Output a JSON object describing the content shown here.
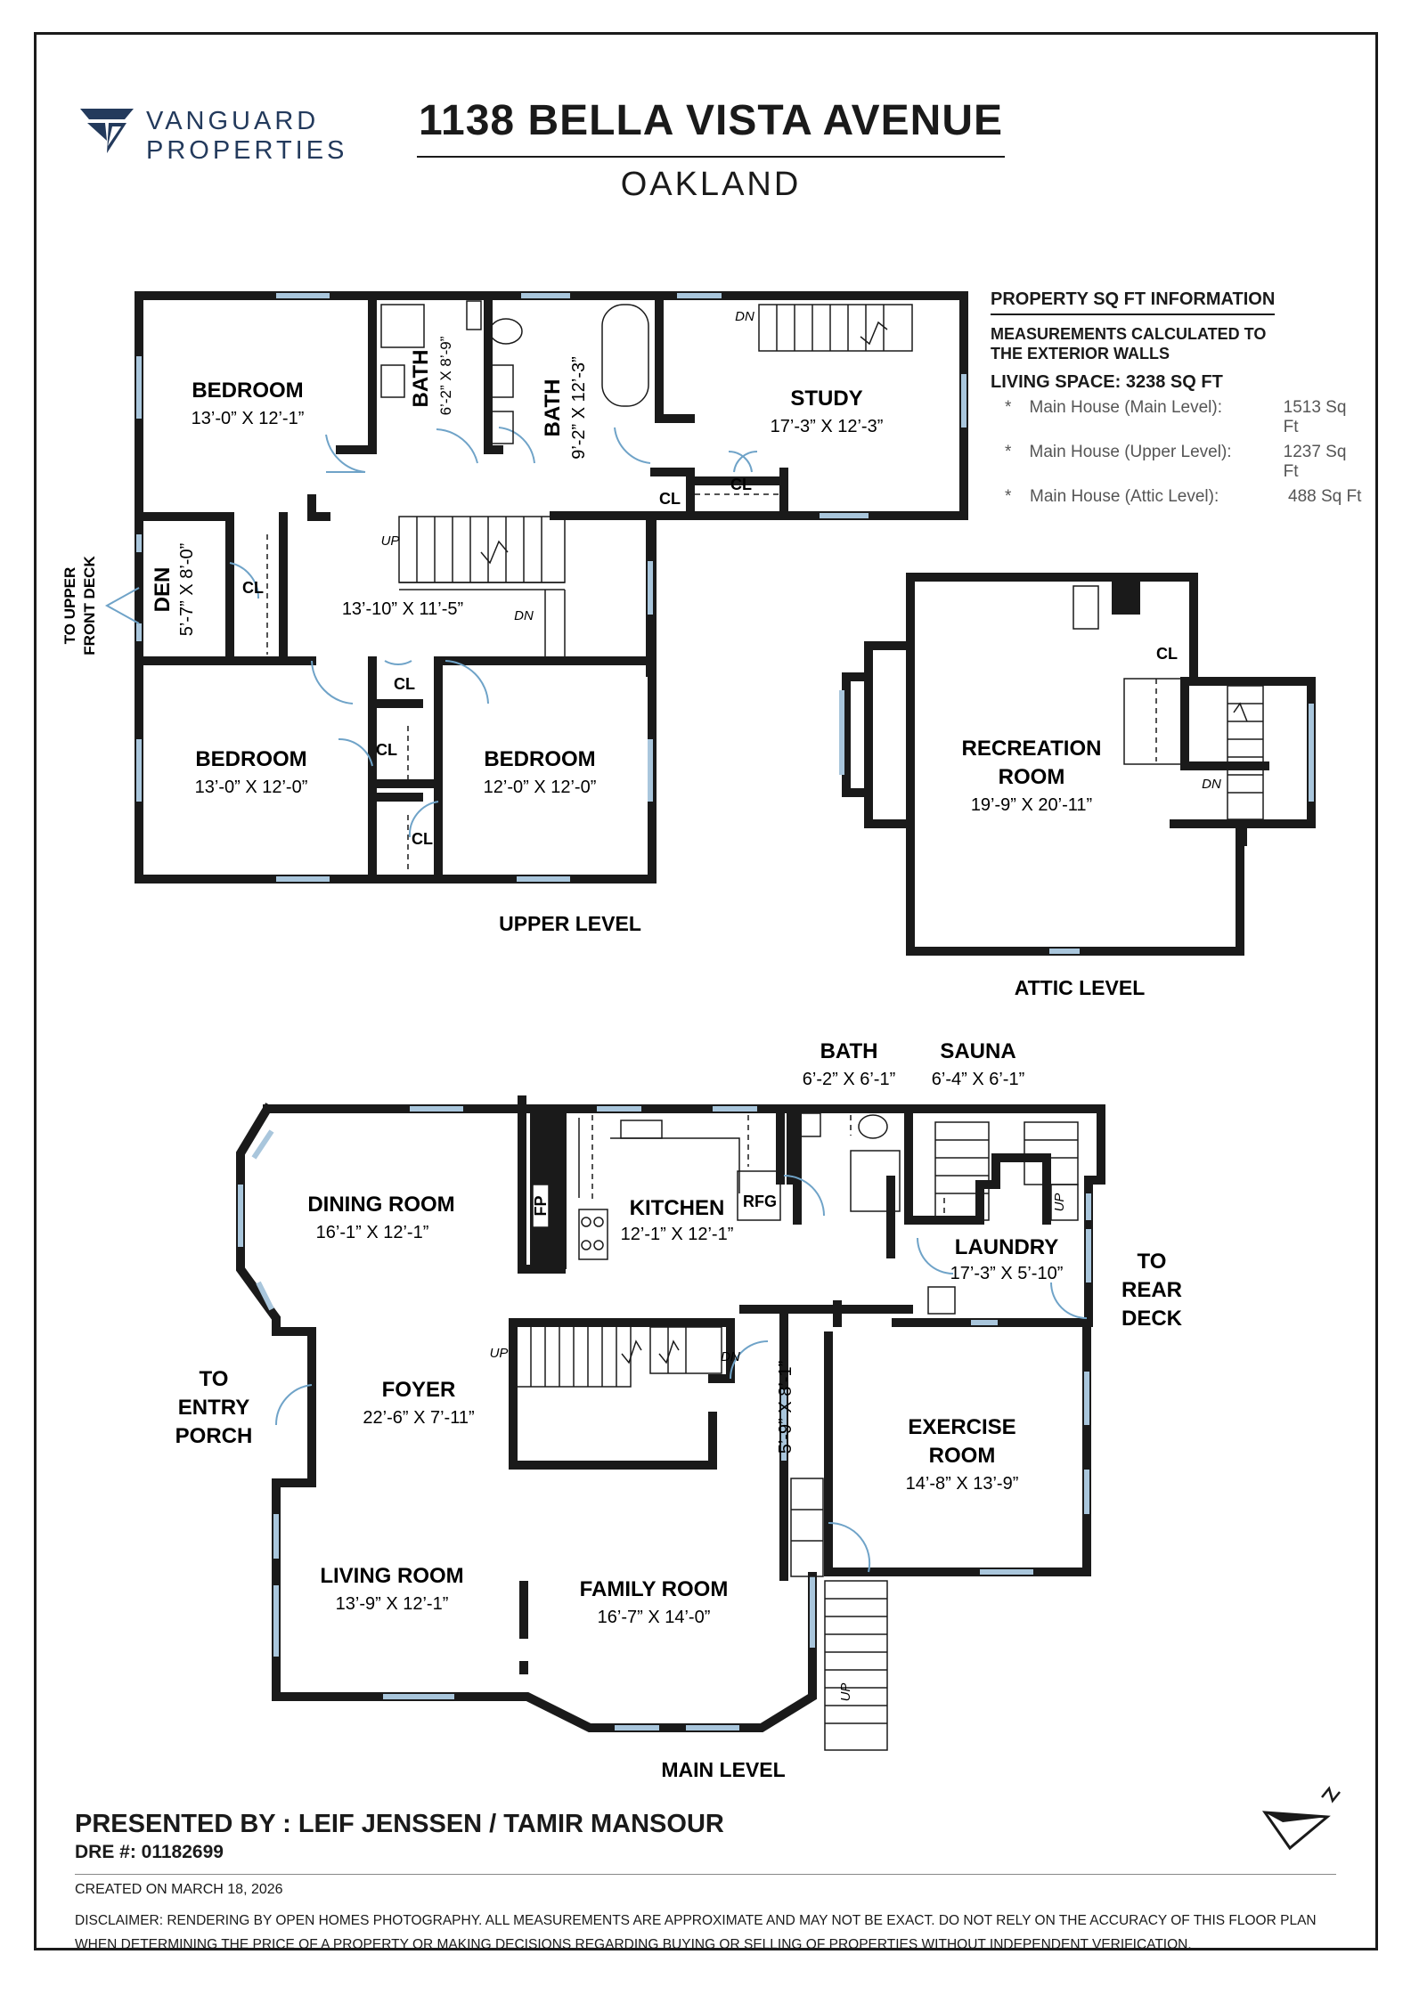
{
  "brand": {
    "line1": "VANGUARD",
    "line2": "PROPERTIES",
    "color": "#233a5c"
  },
  "header": {
    "address": "1138 BELLA VISTA AVENUE",
    "city": "OAKLAND"
  },
  "sqft_info": {
    "heading": "PROPERTY SQ FT INFORMATION",
    "measurement_note": "MEASUREMENTS CALCULATED TO THE EXTERIOR WALLS",
    "living_space": "LIVING SPACE: 3238 SQ FT",
    "items": [
      {
        "bullet": "*",
        "label": "Main House (Main Level):",
        "value": "1513 Sq Ft"
      },
      {
        "bullet": "*",
        "label": "Main House (Upper Level):",
        "value": "1237 Sq Ft"
      },
      {
        "bullet": "*",
        "label": "Main House (Attic Level):",
        "value": "488 Sq Ft"
      }
    ]
  },
  "levels": {
    "upper": "UPPER LEVEL",
    "attic": "ATTIC LEVEL",
    "main": "MAIN LEVEL"
  },
  "rooms": {
    "upper_bedroom_1": {
      "name": "BEDROOM",
      "dims": "13’-0” X 12’-1”"
    },
    "upper_bath_1": {
      "name": "BATH",
      "dims": "6’-2” X 8’-9”"
    },
    "upper_bath_2": {
      "name": "BATH",
      "dims": "9’-2” X 12’-3”"
    },
    "study": {
      "name": "STUDY",
      "dims": "17’-3” X 12’-3”"
    },
    "den": {
      "name": "DEN",
      "dims": "5’-7” X 8’-0”"
    },
    "upper_hall": {
      "dims": "13’-10” X 11’-5”"
    },
    "upper_bedroom_2": {
      "name": "BEDROOM",
      "dims": "13’-0” X 12’-0”"
    },
    "upper_bedroom_3": {
      "name": "BEDROOM",
      "dims": "12’-0” X 12’-0”"
    },
    "recreation": {
      "name1": "RECREATION",
      "name2": "ROOM",
      "dims": "19’-9” X 20’-11”"
    },
    "dining": {
      "name": "DINING ROOM",
      "dims": "16’-1” X 12’-1”"
    },
    "kitchen": {
      "name": "KITCHEN",
      "dims": "12’-1” X 12’-1”"
    },
    "main_bath": {
      "name": "BATH",
      "dims": "6’-2” X 6’-1”"
    },
    "sauna": {
      "name": "SAUNA",
      "dims": "6’-4” X 6’-1”"
    },
    "laundry": {
      "name": "LAUNDRY",
      "dims": "17’-3” X 5’-10”"
    },
    "foyer": {
      "name": "FOYER",
      "dims": "22’-6” X 7’-11”"
    },
    "hall_main": {
      "dims": "5’-9” X 8’-1”"
    },
    "exercise": {
      "name1": "EXERCISE",
      "name2": "ROOM",
      "dims": "14’-8” X 13’-9”"
    },
    "living": {
      "name": "LIVING ROOM",
      "dims": "13’-9” X 12’-1”"
    },
    "family": {
      "name": "FAMILY ROOM",
      "dims": "16’-7” X 14’-0”"
    }
  },
  "labels": {
    "closet": "CL",
    "up": "UP",
    "dn": "DN",
    "fireplace": "FP",
    "refrigerator": "RFG",
    "to_upper_front_deck_1": "TO UPPER",
    "to_upper_front_deck_2": "FRONT DECK",
    "to_entry_porch_1": "TO",
    "to_entry_porch_2": "ENTRY",
    "to_entry_porch_3": "PORCH",
    "to_rear_deck_1": "TO",
    "to_rear_deck_2": "REAR",
    "to_rear_deck_3": "DECK"
  },
  "footer": {
    "presented_by": "PRESENTED BY : LEIF JENSSEN / TAMIR MANSOUR",
    "dre": "DRE #: 01182699",
    "created": "CREATED ON MARCH 18, 2026",
    "disclaimer": "DISCLAIMER: RENDERING BY OPEN HOMES PHOTOGRAPHY. ALL MEASUREMENTS ARE APPROXIMATE AND MAY NOT BE EXACT. DO NOT RELY ON THE ACCURACY OF THIS FLOOR PLAN WHEN DETERMINING THE PRICE OF A PROPERTY OR MAKING DECISIONS REGARDING BUYING OR SELLING OF PROPERTIES WITHOUT INDEPENDENT VERIFICATION."
  },
  "colors": {
    "wall": "#1a1a1a",
    "window": "#a9c6dc",
    "door": "#6fa3c8"
  }
}
